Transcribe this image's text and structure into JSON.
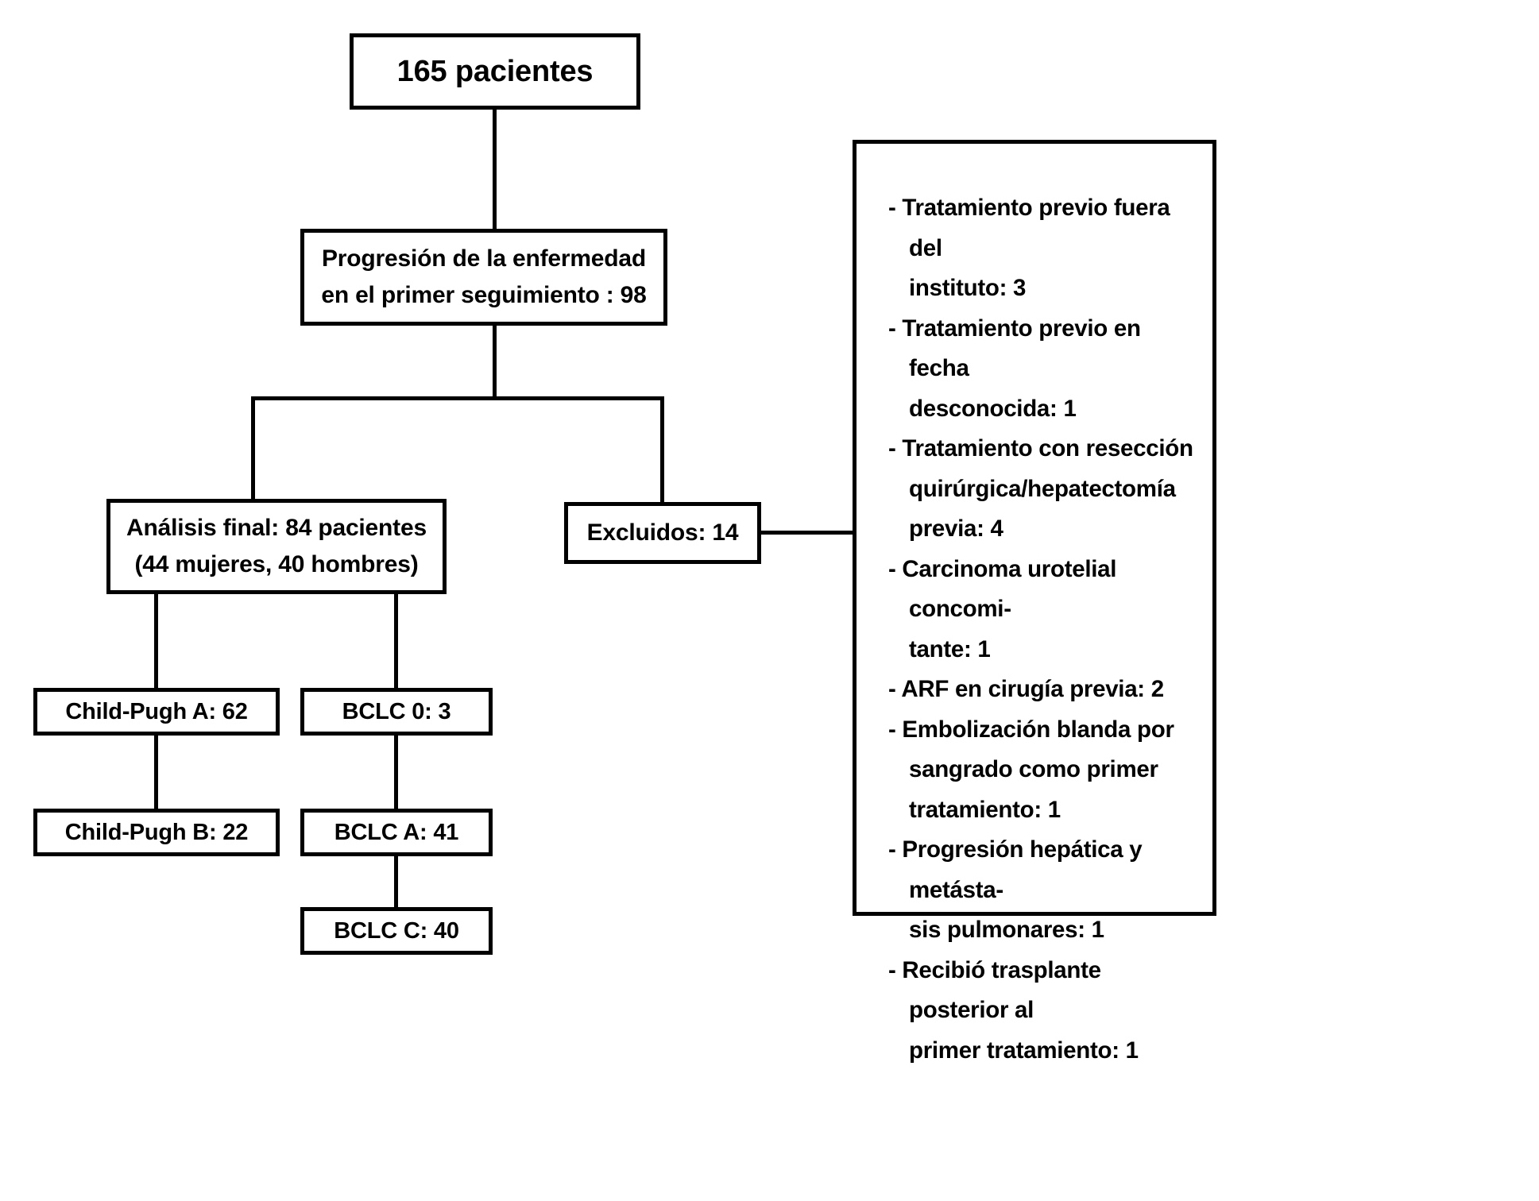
{
  "diagram": {
    "type": "flowchart",
    "title": "",
    "nodes": {
      "total": {
        "line1": "165 pacientes"
      },
      "progression": {
        "line1": "Progresión de la enfermedad",
        "line2": "en el primer seguimiento : 98"
      },
      "final_analysis": {
        "line1": "Análisis final: 84 pacientes",
        "line2": "(44 mujeres, 40 hombres)"
      },
      "excluded": {
        "line1": "Excluidos: 14"
      },
      "child_pugh_a": {
        "line1": "Child-Pugh A: 62"
      },
      "child_pugh_b": {
        "line1": "Child-Pugh B: 22"
      },
      "bclc_0": {
        "line1": "BCLC 0: 3"
      },
      "bclc_a": {
        "line1": "BCLC A: 41"
      },
      "bclc_c": {
        "line1": "BCLC C: 40"
      }
    },
    "exclusion_reasons": [
      "- Tratamiento previo fuera del\ninstituto: 3",
      "- Tratamiento previo en fecha\ndesconocida: 1",
      "- Tratamiento con resección\nquirúrgica/hepatectomía\nprevia: 4",
      "- Carcinoma urotelial concomi-\ntante: 1",
      "- ARF en cirugía previa: 2",
      "- Embolización blanda por\nsangrado como primer\ntratamiento: 1",
      "- Progresión hepática y metásta-\nsis pulmonares: 1",
      "- Recibió trasplante posterior al\nprimer tratamiento: 1"
    ],
    "colors": {
      "stroke": "#000000",
      "background": "#ffffff",
      "text": "#000000"
    }
  }
}
